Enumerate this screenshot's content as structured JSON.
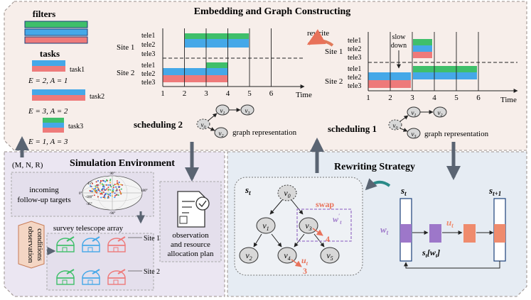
{
  "colors": {
    "green": "#3fbf6a",
    "blue": "#45a8e8",
    "red": "#ee7a7a",
    "purple": "#9d77c9",
    "salmon": "#ef8b6d",
    "swap": "#e8725a",
    "panel_top": "#f7eeea",
    "panel_left": "#ebe6f2",
    "panel_right": "#e6ecf3",
    "arrow": "#5a6472"
  },
  "top": {
    "title": "Embedding and Graph Constructing",
    "filters_label": "filters",
    "tasks_label": "tasks",
    "tasks": [
      {
        "label": "task1",
        "eq": "E = 2, A = 1"
      },
      {
        "label": "task2",
        "eq": "E = 3, A = 2"
      },
      {
        "label": "task3",
        "eq": "E = 1, A = 3"
      }
    ],
    "mnr": "(M, N, R)",
    "rewrite": "rewrite",
    "slow_down": "slow\ndown",
    "time_label": "Time",
    "ticks": [
      "1",
      "2",
      "3",
      "4",
      "5",
      "6"
    ],
    "tele_labels": [
      "tele1",
      "tele2",
      "tele3"
    ],
    "site_labels": [
      "Site 1",
      "Site 2"
    ],
    "scheduling_left": "scheduling 2",
    "scheduling_right": "scheduling 1",
    "graph_repr": "graph representation",
    "node_labels": [
      "v0",
      "v1",
      "v2",
      "v3"
    ]
  },
  "sim": {
    "title": "Simulation Environment",
    "targets": "incoming\nfollow-up targets",
    "array": "survey telescope array",
    "conditions": "observation\nconditions",
    "site1": "Site 1",
    "site2": "Site 2",
    "plan": "observation\nand resource\nallocation plan",
    "sky_ticks": [
      "90°",
      "45°",
      "-45°",
      "-90°",
      "0°",
      "180°",
      "-180°"
    ]
  },
  "rewrite_panel": {
    "title": "Rewriting Strategy",
    "st": "s_t",
    "st1": "s_{t+1}",
    "swap": "swap",
    "w_prime": "w'_t",
    "wt": "w_t",
    "ut": "u_t",
    "st_wt": "s_t[w_t]",
    "nodes": [
      "v0",
      "v1",
      "v2",
      "v3",
      "v4",
      "v5"
    ],
    "four": "4",
    "three": "3"
  }
}
